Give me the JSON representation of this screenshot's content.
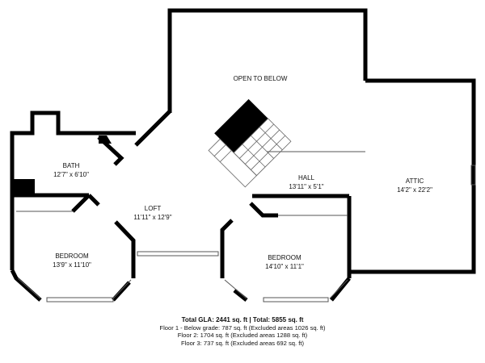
{
  "rooms": [
    {
      "name": "OPEN TO BELOW",
      "dims": ""
    },
    {
      "name": "BATH",
      "dims": "12'7\" x 6'10\""
    },
    {
      "name": "LOFT",
      "dims": "11'11\" x 12'9\""
    },
    {
      "name": "HALL",
      "dims": "13'11\" x 5'1\""
    },
    {
      "name": "ATTIC",
      "dims": "14'2\" x 22'2\""
    },
    {
      "name": "BEDROOM",
      "dims": "13'9\" x 11'10\""
    },
    {
      "name": "BEDROOM",
      "dims": "14'10\" x 11'1\""
    }
  ],
  "summary": {
    "total": "Total GLA: 2441 sq. ft | Total: 5855 sq. ft",
    "floor1": "Floor 1 - Below grade: 787 sq. ft (Excluded areas 1026 sq. ft)",
    "floor2": "Floor 2: 1704 sq. ft (Excluded areas 1288 sq. ft)",
    "floor3": "Floor 3: 737 sq. ft (Excluded areas 692 sq. ft)"
  }
}
